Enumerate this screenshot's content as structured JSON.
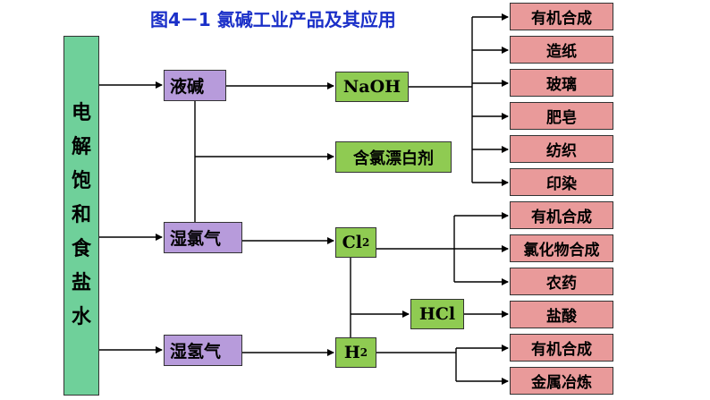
{
  "title": "图4－1 氯碱工业产品及其应用",
  "source": {
    "chars": [
      "电",
      "解",
      "饱",
      "和",
      "食",
      "盐",
      "水"
    ]
  },
  "intermediates": {
    "lye": "液碱",
    "wet_chlorine": "湿氯气",
    "wet_hydrogen": "湿氢气"
  },
  "products": {
    "naoh": "NaOH",
    "bleach": "含氯漂白剂",
    "cl2": {
      "base": "Cl",
      "sub": "2"
    },
    "hcl": "HCl",
    "h2": {
      "base": "H",
      "sub": "2"
    }
  },
  "uses": {
    "naoh": [
      "有机合成",
      "造纸",
      "玻璃",
      "肥皂",
      "纺织",
      "印染"
    ],
    "cl2": [
      "有机合成",
      "氯化物合成",
      "农药"
    ],
    "hcl": [
      "盐酸"
    ],
    "h2": [
      "有机合成",
      "金属冶炼"
    ]
  },
  "colors": {
    "source": "#6fd09a",
    "intermediate": "#b79bdb",
    "product": "#8fcb52",
    "use": "#e99a9a",
    "title": "#1a2fc8"
  }
}
